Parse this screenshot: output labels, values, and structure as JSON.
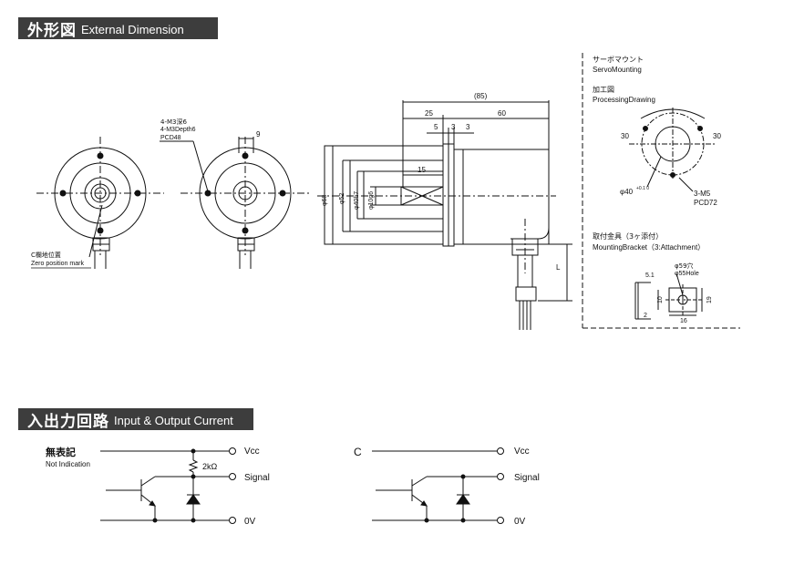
{
  "header_dimension": {
    "jp": "外形図",
    "en": "External Dimension"
  },
  "header_circuit": {
    "jp": "入出力回路",
    "en": "Input & Output Current"
  },
  "front_view": {
    "zero_mark_jp": "C欄地位置",
    "zero_mark_en": "Zero position mark"
  },
  "rear_view": {
    "tap_line1": "4-M3深6",
    "tap_line2": "4-M3Depth6",
    "tap_line3": "PCD48",
    "dim_9": "9"
  },
  "side_view": {
    "dim_overall": "(85)",
    "dim_25": "25",
    "dim_60": "60",
    "dim_5": "5",
    "dim_3a": "3",
    "dim_3b": "3",
    "dim_15": "15",
    "dia_68": "φ68",
    "dia_52": "φ52",
    "dia_40": "φ40h7",
    "dia_10": "φ10g6",
    "dim_L": "L"
  },
  "servo": {
    "title_jp": "サーボマウント",
    "title_en": "ServoMounting",
    "proc_jp": "加工図",
    "proc_en": "ProcessingDrawing",
    "angle_left": "30",
    "angle_right": "30",
    "dia40": "φ40",
    "dia40_tol": "+0.1 0",
    "m5": "3-M5",
    "pcd": "PCD72",
    "bracket_jp": "取付金具（3ヶ添付）",
    "bracket_en": "MountingBracket（3:Attachment）",
    "dia59": "φ59穴",
    "dia59_en": "φ55Hole",
    "dim_51": "5.1",
    "dim_10": "10",
    "dim_2": "2",
    "dim_16": "16",
    "dim_19": "19"
  },
  "circuit_left": {
    "title_jp": "無表記",
    "title_en": "Not Indication",
    "resistor": "2kΩ",
    "vcc": "Vcc",
    "signal": "Signal",
    "ov": "0V"
  },
  "circuit_right": {
    "label": "C",
    "vcc": "Vcc",
    "signal": "Signal",
    "ov": "0V"
  }
}
